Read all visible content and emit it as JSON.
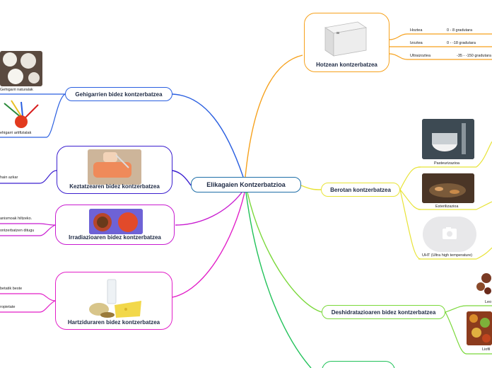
{
  "central": {
    "label": "Elikagaien Kontzerbatzioa"
  },
  "hotz": {
    "label": "Hotzean kontzerbatzea",
    "rows": [
      {
        "name": "Hoztea",
        "value": "0 - 8 gradutara"
      },
      {
        "name": "Izoztea",
        "value": "0 - -18 gradutara"
      },
      {
        "name": "Ultraizoztea",
        "value": "-35 - -150 gradutara"
      }
    ]
  },
  "bero": {
    "label": "Berotan kontzerbatzea",
    "items": [
      "Pasteurizazioa",
      "Esterilizazioa",
      "UHT (Ultra high temperature)"
    ]
  },
  "deshidra": {
    "label": "Deshidratazioaren bidez kontzerbatzea",
    "items": [
      "Leo",
      "Liofil"
    ]
  },
  "gehigarri": {
    "label": "Gehigarrien bidez kontzerbatzea",
    "items": [
      "Gehigarri naturalak",
      "ehigarri artifizialak"
    ]
  },
  "keztatze": {
    "label": "Keztatzearen bidez kontzerbatzea",
    "leaf": "hain azkar"
  },
  "irradi": {
    "label": "Irradiazioaren bidez kontzerbatzea",
    "leaves": [
      "anismoak hiltzeko.",
      "ontzerbatzen ditugu"
    ]
  },
  "hartzid": {
    "label": "Hartziduraren bidez kontzerbatzea",
    "leaves": [
      "betatik beste",
      "ropietate"
    ]
  },
  "colors": {
    "central": "#1f6fa8",
    "hotz": "#f6a11c",
    "bero": "#e8e337",
    "deshidra": "#7ad83a",
    "gehigarri": "#2a5fe0",
    "keztatze": "#3b1fcf",
    "irradi": "#c81bd0",
    "hartzid": "#e21fc8"
  }
}
